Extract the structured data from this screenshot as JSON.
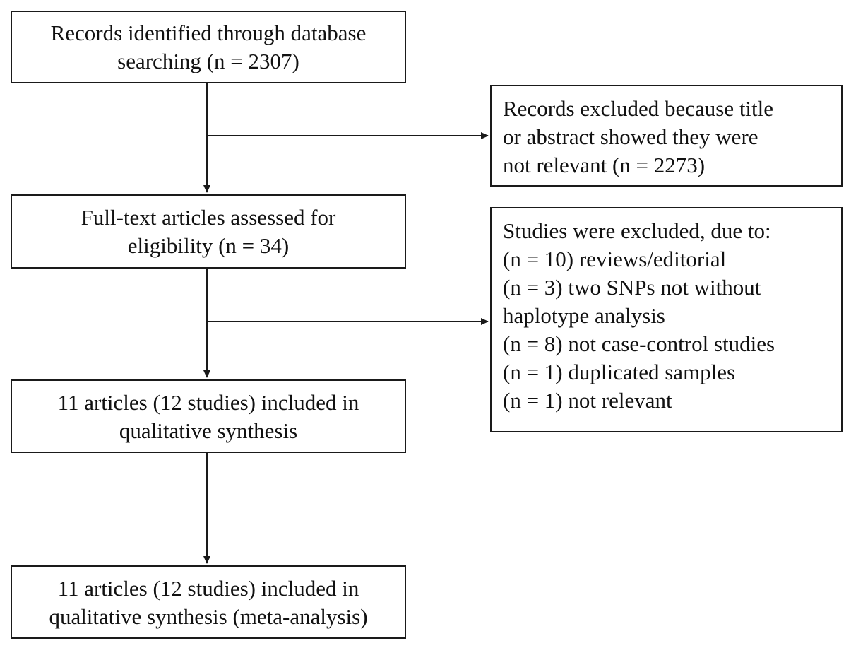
{
  "flowchart": {
    "records_identified": {
      "lines": [
        "Records identified through database",
        "searching (n = 2307)"
      ]
    },
    "records_excluded": {
      "lines": [
        "Records excluded because title",
        "or abstract showed they were",
        "not relevant (n = 2273)"
      ]
    },
    "fulltext_assessed": {
      "lines": [
        "Full-text articles assessed for",
        "eligibility (n = 34)"
      ]
    },
    "studies_excluded": {
      "lines": [
        "Studies were excluded, due to:",
        "(n = 10) reviews/editorial",
        "(n = 3) two SNPs not without",
        "haplotype analysis",
        "(n = 8) not case-control studies",
        "(n = 1) duplicated samples",
        "(n = 1) not relevant"
      ]
    },
    "qualitative_synthesis": {
      "lines": [
        "11 articles (12 studies) included in",
        "qualitative synthesis"
      ]
    },
    "meta_analysis": {
      "lines": [
        "11 articles (12 studies) included in",
        "qualitative synthesis (meta-analysis)"
      ]
    }
  },
  "colors": {
    "line": "#1a1a1a",
    "box_fill": "#ffffff",
    "text": "#111111"
  }
}
